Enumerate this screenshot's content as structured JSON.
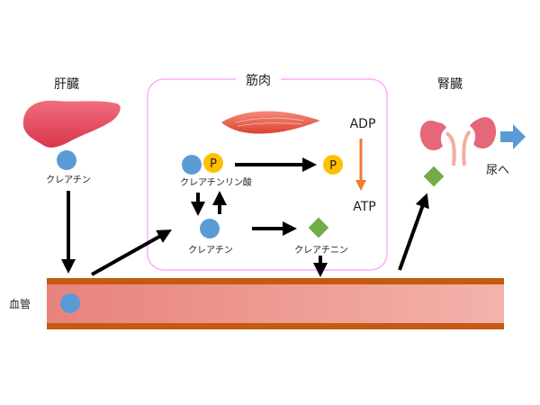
{
  "labels": {
    "liver": "肝臓",
    "muscle": "筋肉",
    "kidney": "腎臓",
    "creatine_liver": "クレアチン",
    "creatine_phosphate": "クレアチンリン酸",
    "creatine_muscle": "クレアチン",
    "creatinine": "クレアチニン",
    "adp": "ADP",
    "atp": "ATP",
    "phosphate": "P",
    "urine": "尿へ",
    "blood_vessel": "血管"
  },
  "colors": {
    "creatine": "#5b9bd5",
    "phosphate": "#ffc000",
    "creatinine": "#70ad47",
    "vessel_border": "#c55a11",
    "muscle_box": "#ff99ff",
    "atp_arrow": "#ed7d31",
    "urine_arrow": "#5b9bd5"
  }
}
